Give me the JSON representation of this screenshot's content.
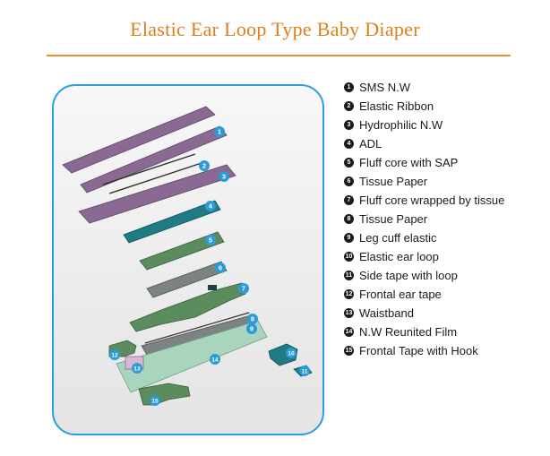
{
  "title": "Elastic Ear Loop Type Baby Diaper",
  "colors": {
    "title": "#e07e1b",
    "frame_border": "#2a9fe0",
    "callout_badge": "#2b9ad6",
    "layer_purple": "#8a6a93",
    "layer_teal": "#1f7b84",
    "layer_green": "#5a8c5e",
    "layer_gray": "#7d8380",
    "layer_seafoam": "#a9d4bd"
  },
  "legend": [
    {
      "num": "1",
      "label": "SMS N.W"
    },
    {
      "num": "2",
      "label": "Elastic Ribbon"
    },
    {
      "num": "3",
      "label": "Hydrophilic N.W"
    },
    {
      "num": "4",
      "label": "ADL"
    },
    {
      "num": "5",
      "label": "Fluff core with SAP"
    },
    {
      "num": "6",
      "label": "Tissue Paper"
    },
    {
      "num": "7",
      "label": "Fluff core wrapped by tissue"
    },
    {
      "num": "8",
      "label": "Tissue Paper"
    },
    {
      "num": "9",
      "label": "Leg cuff elastic"
    },
    {
      "num": "10",
      "label": "Elastic ear loop"
    },
    {
      "num": "11",
      "label": "Side tape with loop"
    },
    {
      "num": "12",
      "label": "Frontal ear tape"
    },
    {
      "num": "13",
      "label": "Waistband"
    },
    {
      "num": "14",
      "label": "N.W Reunited Film"
    },
    {
      "num": "15",
      "label": "Frontal Tape with Hook"
    }
  ],
  "callouts": [
    "1",
    "2",
    "3",
    "4",
    "5",
    "6",
    "7",
    "8",
    "9",
    "10",
    "11",
    "12",
    "13",
    "14",
    "15"
  ]
}
